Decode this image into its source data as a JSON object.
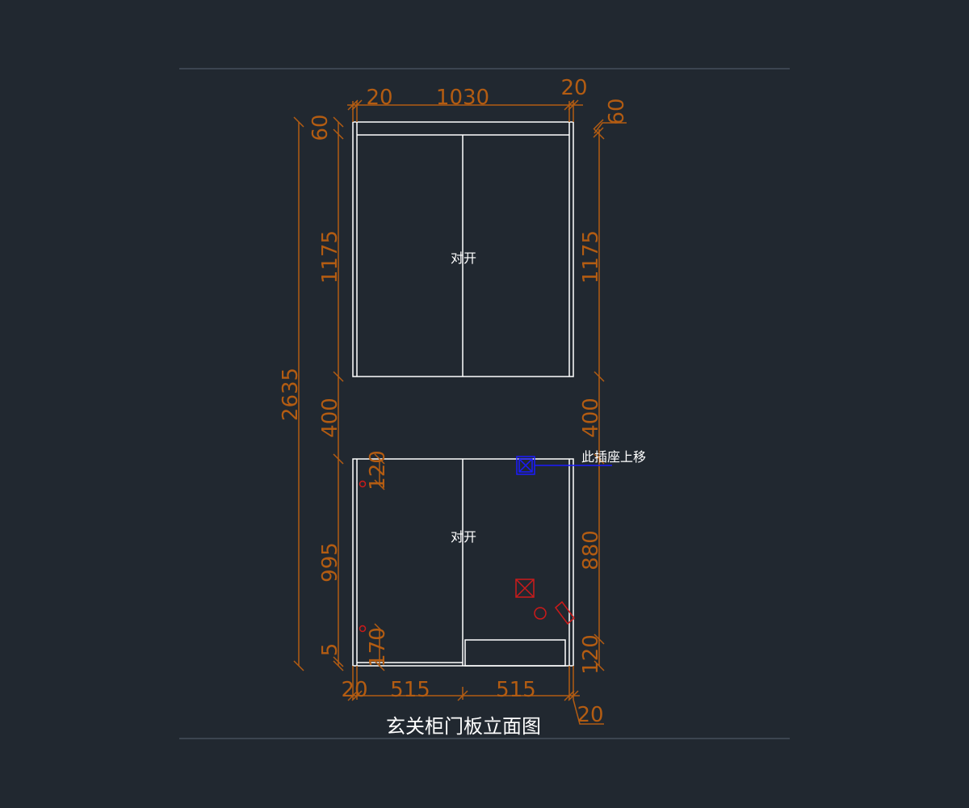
{
  "colors": {
    "background": "#212830",
    "frame_line": "#3c4550",
    "cabinet_line": "#ffffff",
    "dimension": "#b35c12",
    "socket_note": "#1a1aff",
    "fixture": "#cc1a1a"
  },
  "title": "玄关柜门板立面图",
  "labels": {
    "upper_door": "对开",
    "lower_door": "对开",
    "socket_note": "此插座上移"
  },
  "dimensions": {
    "top_left_side": "20",
    "top_width": "1030",
    "top_right_side": "20",
    "top_cap_left": "60",
    "top_cap_right": "60",
    "overall_height": "2635",
    "upper_height_left": "1175",
    "upper_height_right": "1175",
    "gap_left": "400",
    "gap_right": "400",
    "lower_top_offset": "120",
    "lower_height_left": "995",
    "lower_height_right": "880",
    "bottom_offset_left": "5",
    "bottom_hinge_offset": "170",
    "bottom_right_plinth": "120",
    "bottom_left_side": "20",
    "bottom_half_left": "515",
    "bottom_half_right": "515",
    "bottom_right_side": "20"
  },
  "icons": {
    "socket_box": "socket-box-icon",
    "switch_box": "switch-box-icon",
    "round_outlet": "round-outlet-icon",
    "handle_small_top": "handle-small-icon",
    "handle_small_bottom": "handle-small-icon",
    "sensor": "sensor-icon"
  }
}
